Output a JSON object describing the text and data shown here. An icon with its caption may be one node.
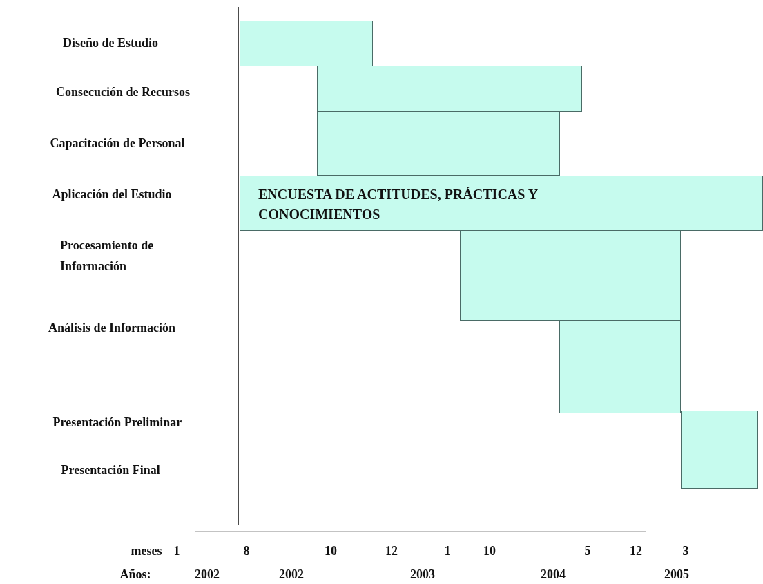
{
  "diagram": {
    "nodes": [
      {
        "text": [],
        "shape": "bar"
      },
      {
        "text": [],
        "shape": "bar"
      },
      {
        "text": [],
        "shape": "bar"
      },
      {
        "text": [
          "ENCUESTA DE ACTITUDES, PRÁCTICAS Y CONOCIMIENTOS"
        ]
      },
      {
        "text": [],
        "shape": "bar"
      },
      {
        "text": [],
        "shape": "bar"
      },
      {
        "text": [],
        "shape": "bar"
      }
    ],
    "labels": [
      "Diseño de Estudio",
      "Consecución de Recursos",
      "Capacitación de Personal",
      "Aplicación del Estudio",
      "Procesamiento de Información",
      "Análisis de Información",
      "Presentación Preliminar",
      "Presentación Final",
      "meses",
      "1",
      "8",
      "10",
      "12",
      "1",
      "10",
      "5",
      "12",
      "3",
      "Años:",
      "2002",
      "2002",
      "2003",
      "2004",
      "2005"
    ]
  }
}
